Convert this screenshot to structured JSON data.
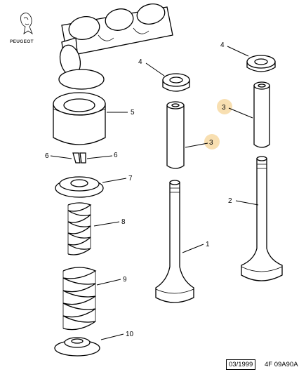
{
  "brand": {
    "name": "PEUGEOT",
    "icon": "peugeot-lion-logo"
  },
  "callouts": {
    "c1": "1",
    "c2": "2",
    "c3a": "3",
    "c3b": "3",
    "c4a": "4",
    "c4b": "4",
    "c5": "5",
    "c6a": "6",
    "c6b": "6",
    "c7": "7",
    "c8": "8",
    "c9": "9",
    "c10": "10"
  },
  "highlight_color": "#f7d9a3",
  "footer": {
    "date": "03/1999",
    "reference": "4F 09A90A"
  }
}
